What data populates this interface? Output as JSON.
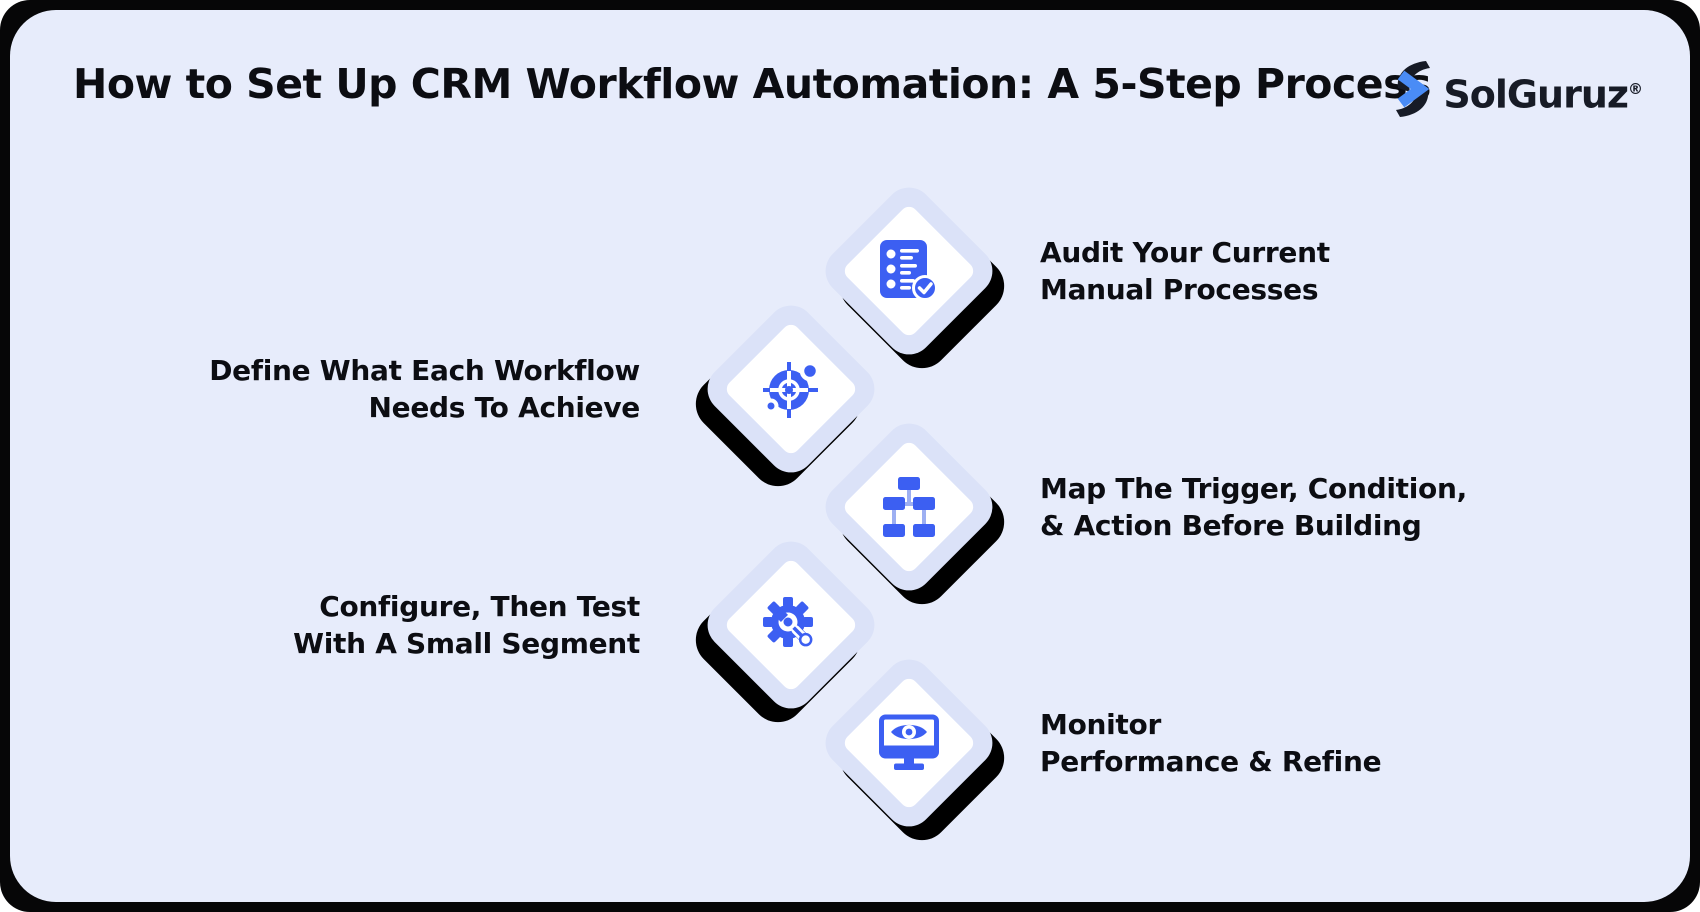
{
  "page": {
    "title": "How to Set Up CRM Workflow Automation: A 5-Step Process"
  },
  "logo": {
    "name": "SolGuruz",
    "registered": "®",
    "mark_icon": "solguruz-bolt-icon"
  },
  "steps": [
    {
      "id": 1,
      "side": "right",
      "icon": "checklist-check-icon",
      "line1": "Audit Your Current",
      "line2": "Manual Processes"
    },
    {
      "id": 2,
      "side": "left",
      "icon": "target-crosshair-icon",
      "line1": "Define What Each Workflow",
      "line2": "Needs To Achieve"
    },
    {
      "id": 3,
      "side": "right",
      "icon": "sitemap-flow-icon",
      "line1": "Map The Trigger, Condition,",
      "line2": "& Action Before Building"
    },
    {
      "id": 4,
      "side": "left",
      "icon": "gear-wrench-icon",
      "line1": "Configure, Then Test",
      "line2": "With A Small Segment"
    },
    {
      "id": 5,
      "side": "right",
      "icon": "monitor-eye-icon",
      "line1": "Monitor",
      "line2": "Performance & Refine"
    }
  ],
  "colors": {
    "frame": "#060607",
    "panel_background": "#e7ecfb",
    "diamond_outer": "#dbe2f8",
    "diamond_inner": "#ffffff",
    "diamond_shadow": "#000000",
    "icon_blue": "#3c5ff2",
    "icon_connector_blue": "#9daff2",
    "text": "#0c0d12",
    "logo_blue": "#4a8cf6",
    "logo_dark": "#171b26"
  }
}
